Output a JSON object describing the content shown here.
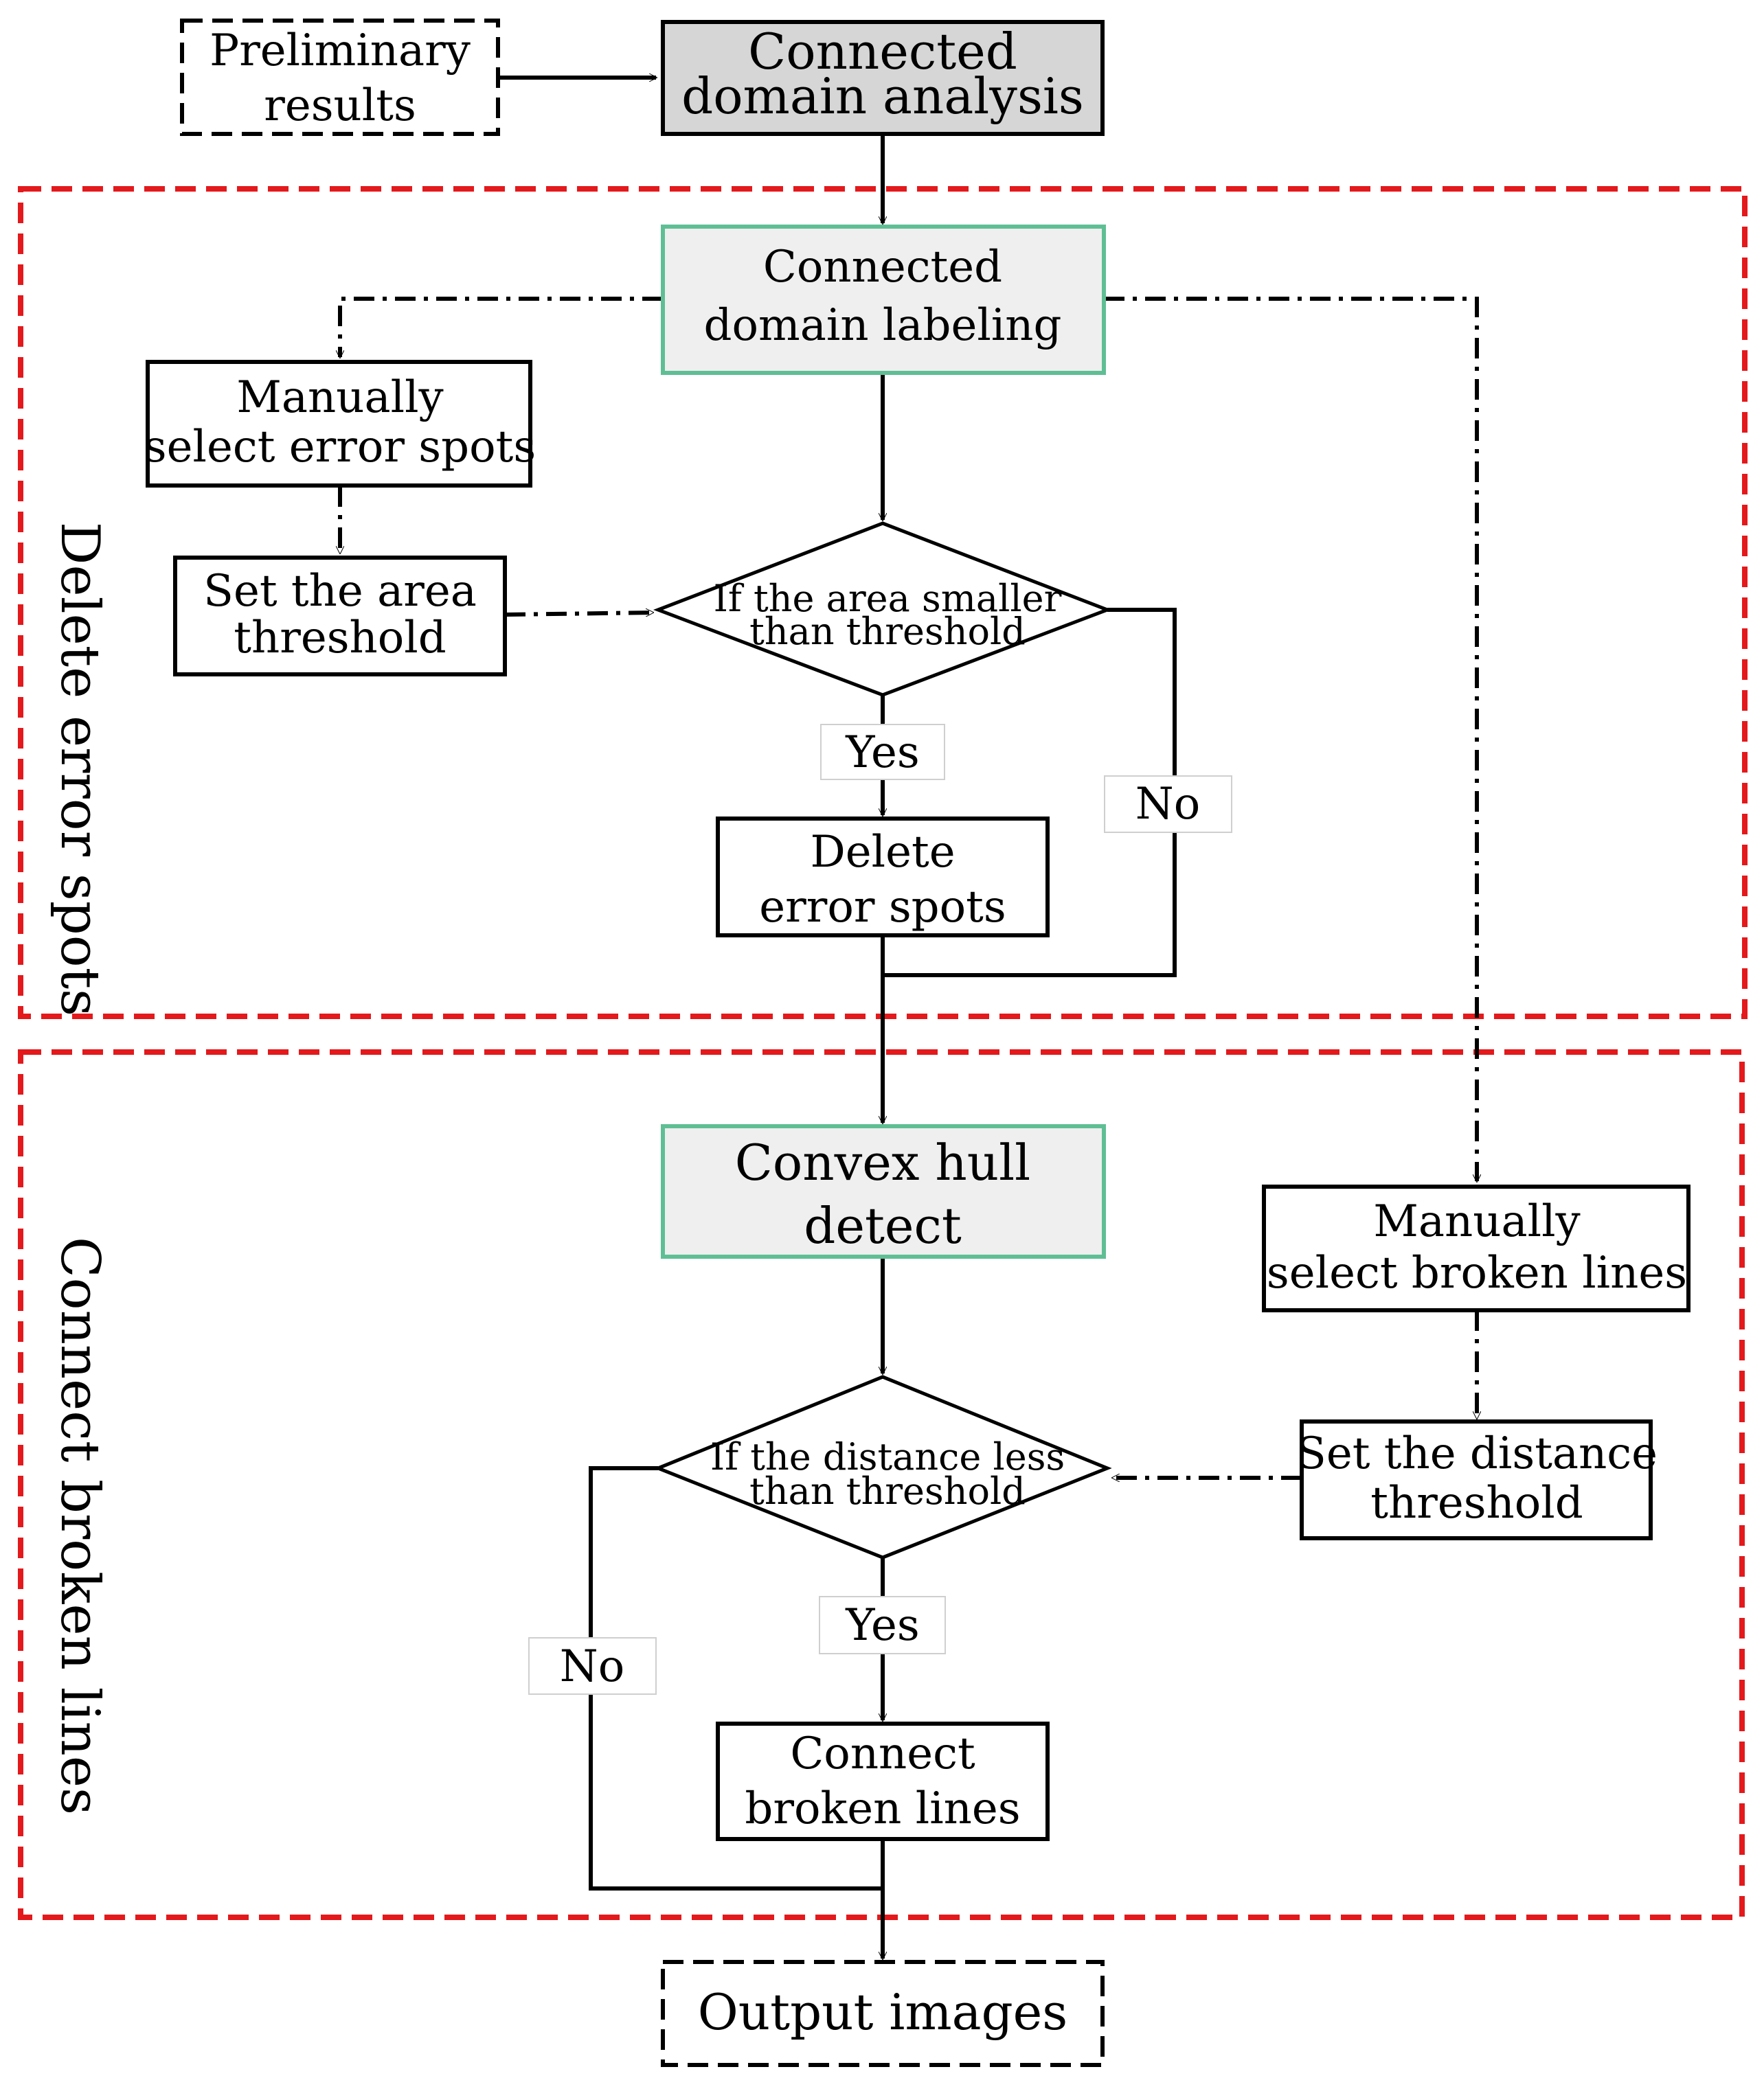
{
  "colors": {
    "section_border": "#e3191c",
    "gray_fill": "#d6d6d6",
    "green_border": "#5fbf94",
    "light_fill": "#efefef",
    "line": "#000000"
  },
  "nodes": {
    "preliminary": {
      "line1": "Preliminary",
      "line2": "results"
    },
    "analysis": {
      "line1": "Connected",
      "line2": "domain analysis"
    },
    "labeling": {
      "line1": "Connected",
      "line2": "domain labeling"
    },
    "manual_spots": {
      "line1": "Manually",
      "line2": "select error spots"
    },
    "area_threshold": {
      "line1": "Set the area",
      "line2": "threshold"
    },
    "area_decision": {
      "line1": "If the area smaller",
      "line2": "than threshold"
    },
    "delete_spots": {
      "line1": "Delete",
      "line2": "error spots"
    },
    "convex_hull": {
      "line1": "Convex hull",
      "line2": "detect"
    },
    "manual_lines": {
      "line1": "Manually",
      "line2": "select broken lines"
    },
    "distance_threshold": {
      "line1": "Set the distance",
      "line2": "threshold"
    },
    "distance_decision": {
      "line1": "If the distance less",
      "line2": "than threshold"
    },
    "connect_lines": {
      "line1": "Connect",
      "line2": "broken lines"
    },
    "output": {
      "line1": "Output images"
    }
  },
  "labels": {
    "yes_1": "Yes",
    "no_1": "No",
    "yes_2": "Yes",
    "no_2": "No"
  },
  "sections": {
    "delete": "Delete error spots",
    "connect": "Connect broken lines"
  }
}
